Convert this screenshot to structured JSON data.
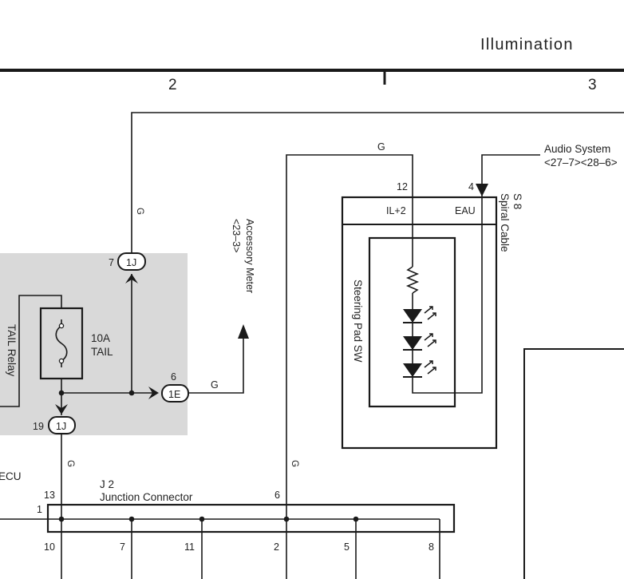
{
  "header": {
    "title": "Illumination"
  },
  "columns": {
    "col2": "2",
    "col3": "3"
  },
  "wire_colors": {
    "g1": "G",
    "g2": "G",
    "g3": "G",
    "g4": "G",
    "g5": "G"
  },
  "accessory_meter": {
    "line1": "Accessory Meter",
    "line2": "<23–3>"
  },
  "audio_system": {
    "line1": "Audio System",
    "line2": "<27–7><28–6>"
  },
  "spiral_cable": {
    "code": "S 8",
    "name": "Spiral Cable"
  },
  "steering_pad": {
    "label": "Steering Pad SW"
  },
  "pins": {
    "il2_num": "12",
    "il2_label": "IL+2",
    "eau_num": "4",
    "eau_label": "EAU",
    "p7": "7",
    "p6": "6",
    "p19": "19"
  },
  "connectors": {
    "c1j_top": "1J",
    "c1e": "1E",
    "c1j_bottom": "1J"
  },
  "fuse": {
    "rating": "10A",
    "name": "TAIL"
  },
  "tail_relay": {
    "label": "TAIL Relay"
  },
  "ecu": {
    "label": "ECU"
  },
  "junction": {
    "code": "J 2",
    "name": "Junction Connector",
    "top_pins": [
      "13",
      "1",
      "6"
    ],
    "bottom_pins": [
      "10",
      "7",
      "11",
      "2",
      "5",
      "8"
    ]
  },
  "colors": {
    "relay_block_fill": "#d9d9d9",
    "line": "#1a1a1a"
  },
  "icons": [
    "arrow-up-icon",
    "arrow-down-icon",
    "led-icon",
    "resistor-icon",
    "fuse-icon"
  ]
}
